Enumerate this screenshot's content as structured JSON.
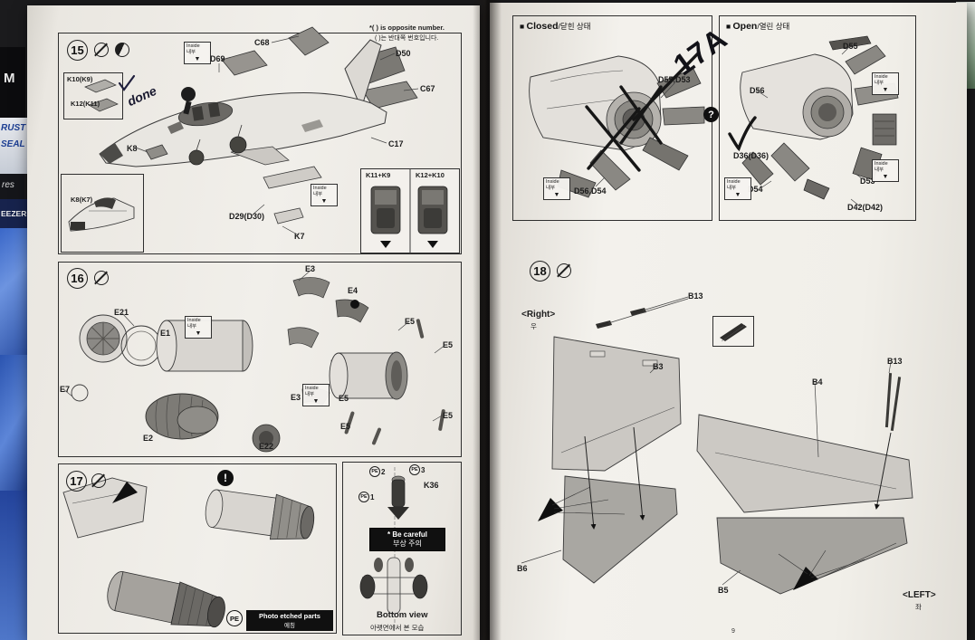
{
  "left_page": {
    "note_en": "*( ) is opposite number.",
    "note_kr": "( )는 반대쪽 번호입니다.",
    "step15": {
      "num": "15",
      "done": "done",
      "labels": {
        "c68": "C68",
        "d69": "D69",
        "d50": "D50",
        "c67": "C67",
        "c17": "C17",
        "k8": "K8",
        "k7": "K7",
        "d29": "D29(D30)",
        "k10": "K10(K9)",
        "k12": "K12(K11)",
        "k8k7": "K8(K7)",
        "k11k9": "K11+K9",
        "k12k10": "K12+K10"
      }
    },
    "step16": {
      "num": "16",
      "labels": {
        "e1": "E1",
        "e2": "E2",
        "e3a": "E3",
        "e3b": "E3",
        "e4": "E4",
        "e5a": "E5",
        "e5b": "E5",
        "e5c": "E5",
        "e5d": "E5",
        "e5e": "E5",
        "e7": "E7",
        "e21": "E21",
        "e22": "E22"
      }
    },
    "step17": {
      "num": "17",
      "warn": "!",
      "k36": "K36",
      "pe_sym": "PE",
      "pe1": "1",
      "pe2": "2",
      "pe3": "3",
      "be_careful_en": "* Be careful",
      "be_careful_kr": "부상 주의",
      "bottom_view_en": "Bottom view",
      "bottom_view_kr": "아랫면에서 본 모습"
    },
    "pe_note": {
      "sym": "PE",
      "label": "Photo etched parts",
      "kr": "에칭"
    }
  },
  "right_page": {
    "closed": {
      "bullet": "■",
      "title": "Closed",
      "rest": "/닫힌 상태",
      "d55d53": "D55,D53",
      "d56d54": "D56,D54"
    },
    "open": {
      "bullet": "■",
      "title": "Open",
      "rest": "/열린 상태",
      "d55": "D55",
      "d56": "D56",
      "d36": "D36(D36)",
      "d54": "D54",
      "d53": "D53",
      "d42": "D42(D42)",
      "qmark": "?"
    },
    "hand_17a": "17A",
    "step18": {
      "num": "18",
      "right_en": "<Right>",
      "right_kr": "우",
      "left_en": "<LEFT>",
      "left_kr": "좌",
      "b13a": "B13",
      "b13b": "B13",
      "b3": "B3",
      "b4": "B4",
      "b5": "B5",
      "b6": "B6"
    },
    "page_num": "9"
  },
  "inside": {
    "l1": "Inside",
    "l2": "내부",
    "tri": "▼"
  },
  "background": {
    "m": "M",
    "rust": "RUST",
    "seal": "SEAL",
    "res": "res",
    "eezer": "EEZER"
  }
}
